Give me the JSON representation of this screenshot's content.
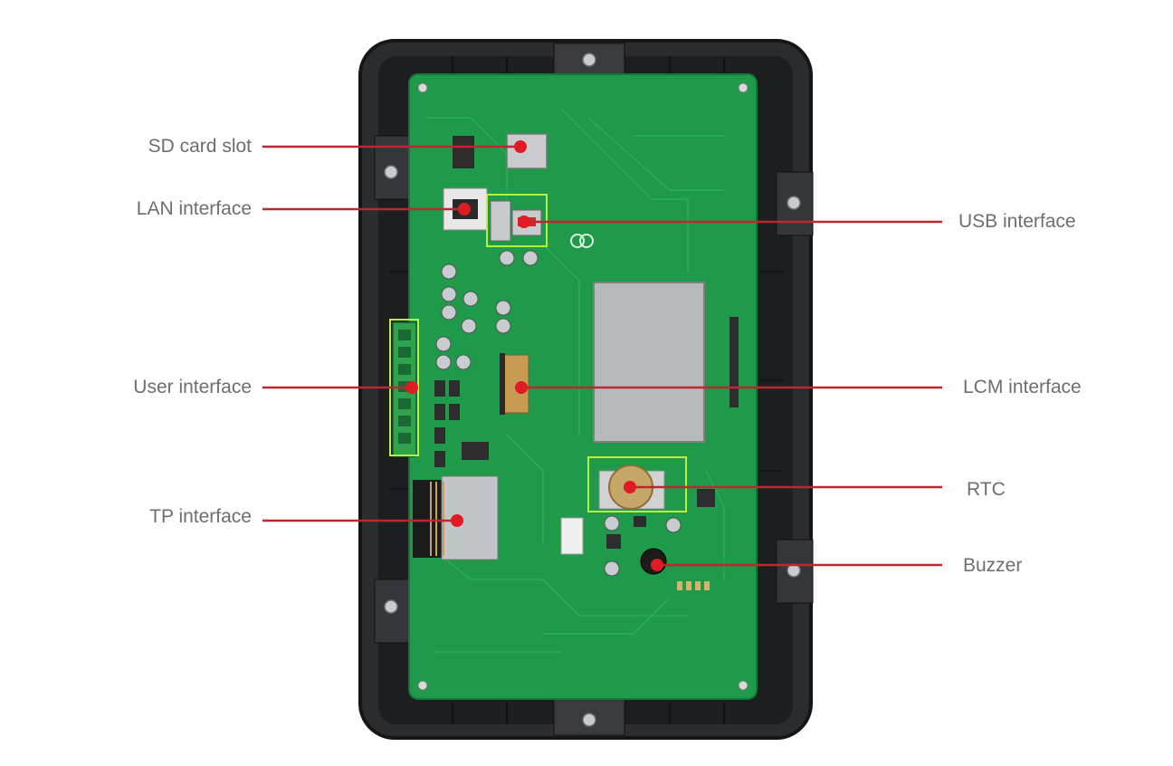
{
  "diagram": {
    "subject": "Back view of a display module with green PCB in black plastic housing",
    "colors": {
      "housing": "#2b2c2e",
      "housing_edge": "#151617",
      "pcb": "#1f9a4a",
      "pcb_trace": "#2fae5a",
      "callout_line": "#c0272d",
      "callout_dot": "#e01b24",
      "highlight_box": "#b8f03a",
      "label_text": "#6e6e6e"
    },
    "callouts": {
      "sd_card_slot": "SD card slot",
      "lan_interface": "LAN interface",
      "user_interface": "User interface",
      "tp_interface": "TP interface",
      "usb_interface": "USB interface",
      "lcm_interface": "LCM interface",
      "rtc": "RTC",
      "buzzer": "Buzzer"
    }
  }
}
